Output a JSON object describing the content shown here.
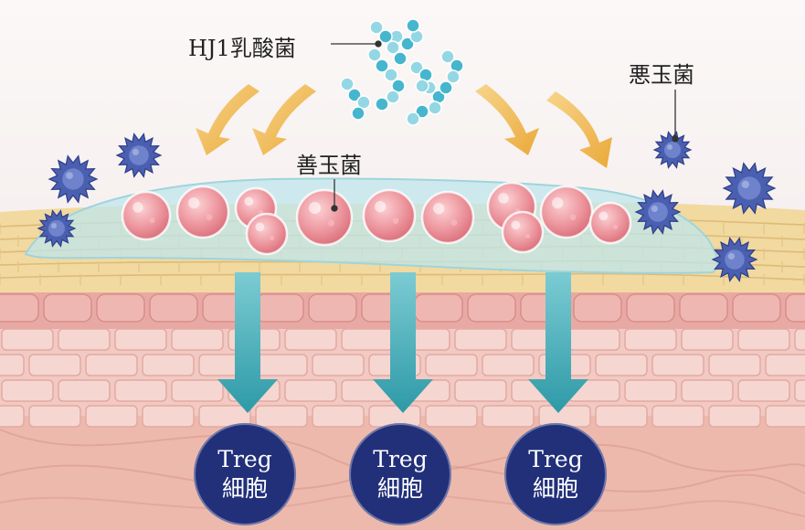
{
  "labels": {
    "hj1": "HJ1乳酸菌",
    "good_bacteria": "善玉菌",
    "bad_bacteria": "悪玉菌"
  },
  "treg_cells": [
    {
      "line1": "Treg",
      "line2": "細胞"
    },
    {
      "line1": "Treg",
      "line2": "細胞"
    },
    {
      "line1": "Treg",
      "line2": "細胞"
    }
  ],
  "colors": {
    "arrow_orange": "#efb547",
    "arrow_teal": "#2d9aa7",
    "treg_navy": "#22307a",
    "bad_bacteria": "#4a5fb0",
    "good_bacteria": "#e88c95",
    "lactobacillus": "#4fbfd4",
    "skin_pink": "#f2c6c0",
    "skin_yellow": "#f1d9a0"
  },
  "icons": [
    "lactic-acid-bacteria-icon",
    "good-bacteria-icon",
    "bad-bacteria-icon",
    "treg-cell-icon"
  ]
}
